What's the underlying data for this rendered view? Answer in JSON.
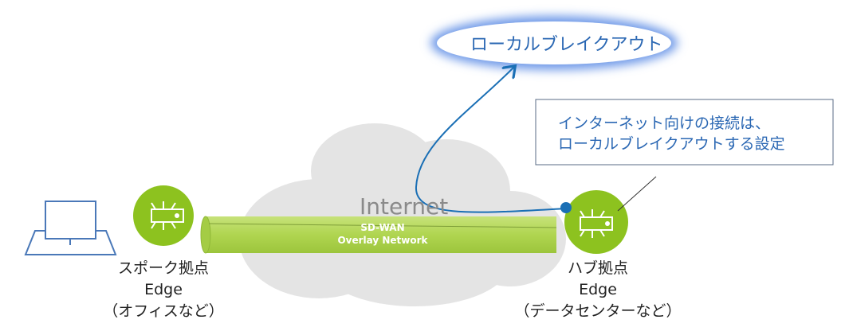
{
  "breakout": {
    "label": "ローカルブレイクアウト"
  },
  "callout": {
    "line1": "インターネット向けの接続は、",
    "line2": "ローカルブレイクアウトする設定"
  },
  "cloud": {
    "label": "Internet"
  },
  "tunnel": {
    "line1": "SD-WAN",
    "line2": "Overlay Network"
  },
  "spoke": {
    "line1": "スポーク拠点",
    "line2": "Edge",
    "line3": "（オフィスなど）"
  },
  "hub": {
    "line1": "ハブ拠点",
    "line2": "Edge",
    "line3": "（データセンターなど）"
  },
  "colors": {
    "green": "#8dc21f",
    "tube": "#b5d95a",
    "blue": "#1a6fb5",
    "cloud": "#e3e3e3",
    "text_blue": "#2a67b3"
  }
}
